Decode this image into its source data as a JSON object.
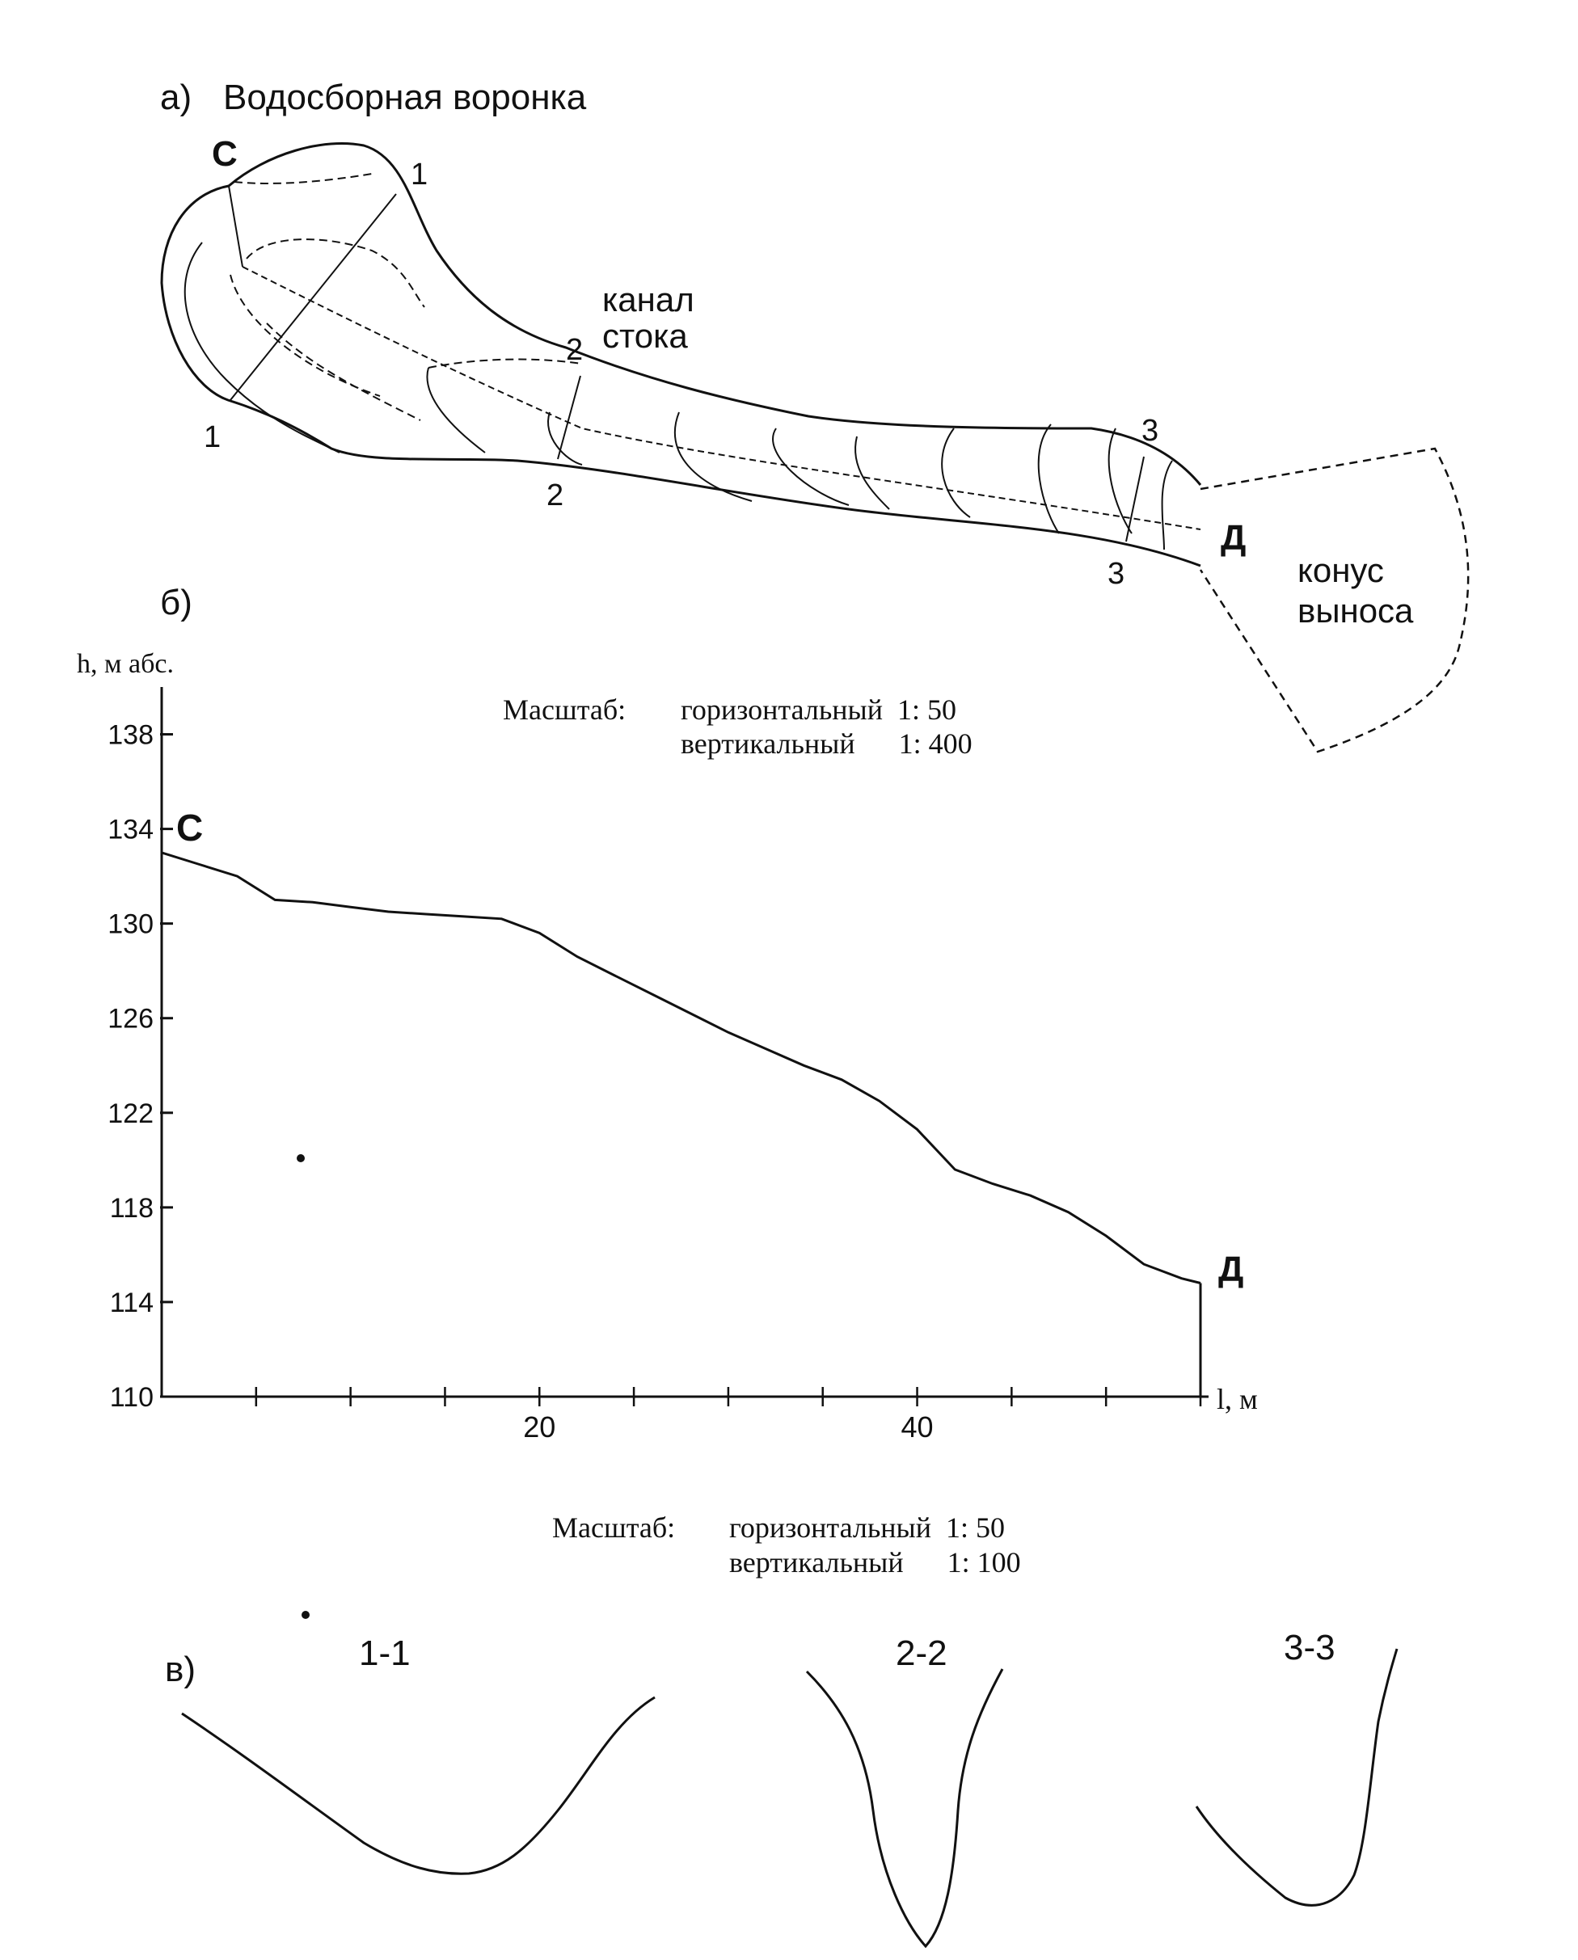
{
  "part_a": {
    "label": "а)",
    "title": "Водосборная воронка",
    "point_start": "С",
    "point_end": "Д",
    "section_marks": [
      "1",
      "1",
      "2",
      "2",
      "3",
      "3"
    ],
    "channel_label_line1": "канал",
    "channel_label_line2": "стока",
    "fan_label_line1": "конус",
    "fan_label_line2": "выноса"
  },
  "part_b": {
    "label": "б)",
    "scale_label": "Масштаб:",
    "scale_horizontal": "горизонтальный  1: 50",
    "scale_vertical": "вертикальный      1: 400",
    "point_start": "С",
    "point_end": "Д",
    "chart_data": {
      "type": "line",
      "ylabel": "h, м абс.",
      "xlabel": "l, м",
      "xlim": [
        0,
        55
      ],
      "ylim": [
        110,
        140
      ],
      "x_ticks_labeled": [
        20,
        40
      ],
      "x_minor_step": 5,
      "y_ticks": [
        110,
        114,
        118,
        122,
        126,
        130,
        134,
        138
      ],
      "grid": false,
      "series": [
        {
          "x": [
            0,
            2,
            4,
            6,
            8,
            10,
            12,
            14,
            16,
            18,
            20,
            22,
            24,
            26,
            28,
            30,
            32,
            34,
            36,
            38,
            40,
            42,
            44,
            46,
            48,
            50,
            52,
            54,
            55
          ],
          "y": [
            133.0,
            132.5,
            132.0,
            131.0,
            130.9,
            130.7,
            130.5,
            130.4,
            130.3,
            130.2,
            129.6,
            128.6,
            127.8,
            127.0,
            126.2,
            125.4,
            124.7,
            124.0,
            123.4,
            122.5,
            121.3,
            119.6,
            119.0,
            118.5,
            117.8,
            116.8,
            115.6,
            115.0,
            114.8
          ]
        }
      ]
    }
  },
  "part_c": {
    "label": "в)",
    "scale_label": "Масштаб:",
    "scale_horizontal": "горизонтальный  1: 50",
    "scale_vertical": "вертикальный      1: 100",
    "sections": [
      "1-1",
      "2-2",
      "3-3"
    ]
  }
}
